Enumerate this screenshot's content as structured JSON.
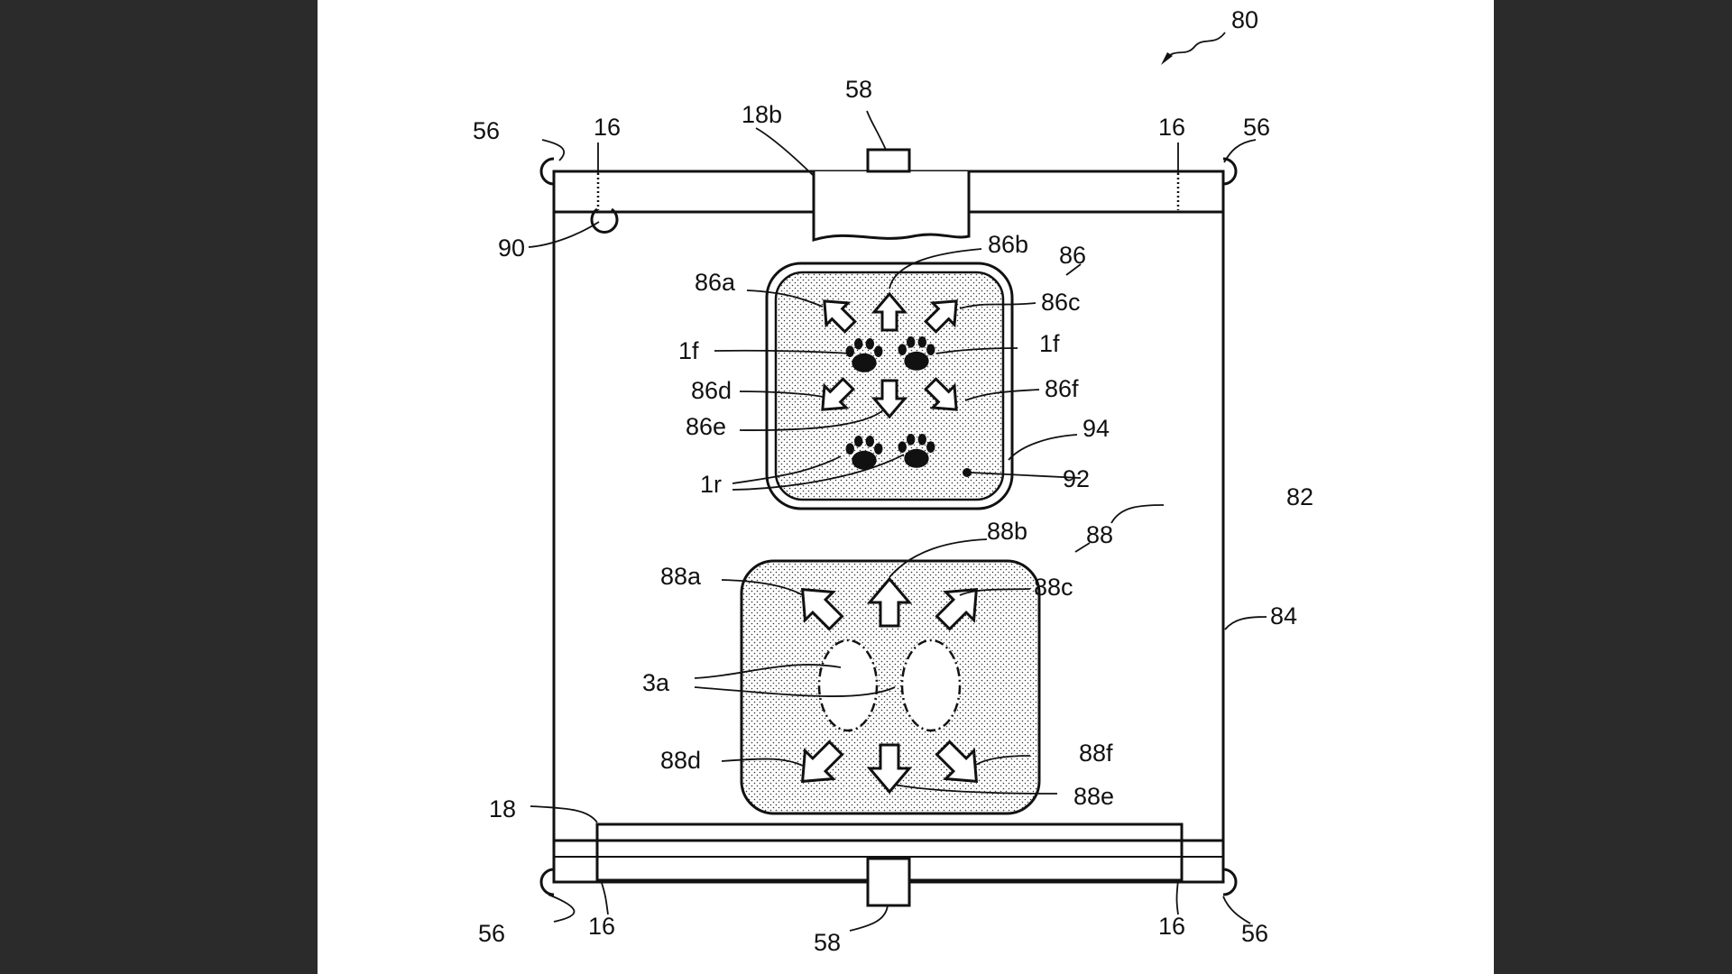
{
  "figure": {
    "labels": {
      "l80": "80",
      "l56_tl": "56",
      "l56_tr": "56",
      "l56_bl": "56",
      "l56_br": "56",
      "l16_tl": "16",
      "l16_tr": "16",
      "l16_bl": "16",
      "l16_br": "16",
      "l58_top": "58",
      "l58_bot": "58",
      "l18b": "18b",
      "l18": "18",
      "l90": "90",
      "l86": "86",
      "l86a": "86a",
      "l86b": "86b",
      "l86c": "86c",
      "l86d": "86d",
      "l86e": "86e",
      "l86f": "86f",
      "l1f_l": "1f",
      "l1f_r": "1f",
      "l1r": "1r",
      "l94": "94",
      "l92": "92",
      "l82": "82",
      "l84": "84",
      "l88": "88",
      "l88a": "88a",
      "l88b": "88b",
      "l88c": "88c",
      "l88d": "88d",
      "l88e": "88e",
      "l88f": "88f",
      "l3a": "3a"
    }
  }
}
